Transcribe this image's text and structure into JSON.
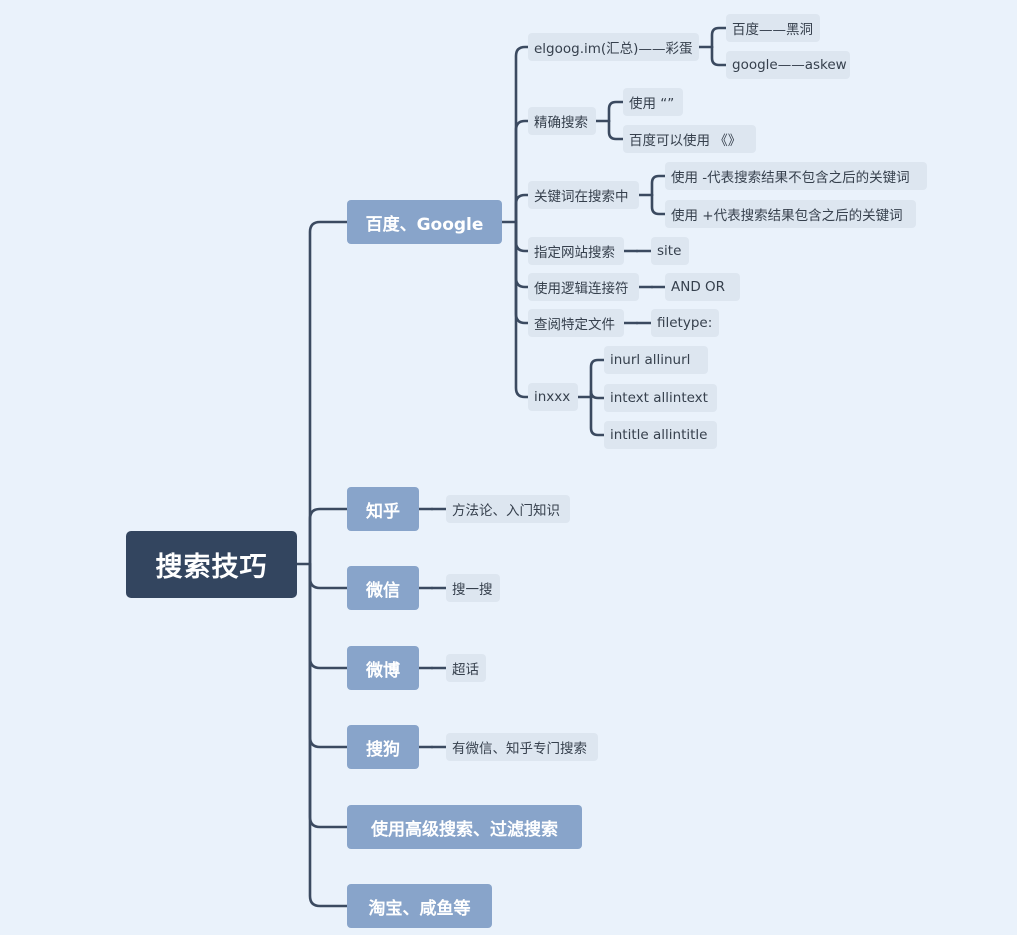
{
  "root": "搜索技巧",
  "branches": [
    {
      "label": "百度、Google",
      "children": [
        {
          "label": "elgoog.im(汇总)——彩蛋",
          "children": [
            {
              "label": "百度——黑洞"
            },
            {
              "label": "google——askew"
            }
          ]
        },
        {
          "label": "精确搜索",
          "children": [
            {
              "label": "使用 “”"
            },
            {
              "label": "百度可以使用 《》"
            }
          ]
        },
        {
          "label": "关键词在搜索中",
          "children": [
            {
              "label": "使用 -代表搜索结果不包含之后的关键词"
            },
            {
              "label": "使用 +代表搜索结果包含之后的关键词"
            }
          ]
        },
        {
          "label": "指定网站搜索",
          "children": [
            {
              "label": "site"
            }
          ]
        },
        {
          "label": "使用逻辑连接符",
          "children": [
            {
              "label": "AND OR"
            }
          ]
        },
        {
          "label": "查阅特定文件",
          "children": [
            {
              "label": "filetype:"
            }
          ]
        },
        {
          "label": "inxxx",
          "children": [
            {
              "label": "inurl allinurl"
            },
            {
              "label": "intext allintext"
            },
            {
              "label": "intitle allintitle"
            }
          ]
        }
      ]
    },
    {
      "label": "知乎",
      "children": [
        {
          "label": "方法论、入门知识"
        }
      ]
    },
    {
      "label": "微信",
      "children": [
        {
          "label": "搜一搜"
        }
      ]
    },
    {
      "label": "微博",
      "children": [
        {
          "label": "超话"
        }
      ]
    },
    {
      "label": "搜狗",
      "children": [
        {
          "label": "有微信、知乎专门搜索"
        }
      ]
    },
    {
      "label": "使用高级搜索、过滤搜索"
    },
    {
      "label": "淘宝、咸鱼等"
    }
  ]
}
